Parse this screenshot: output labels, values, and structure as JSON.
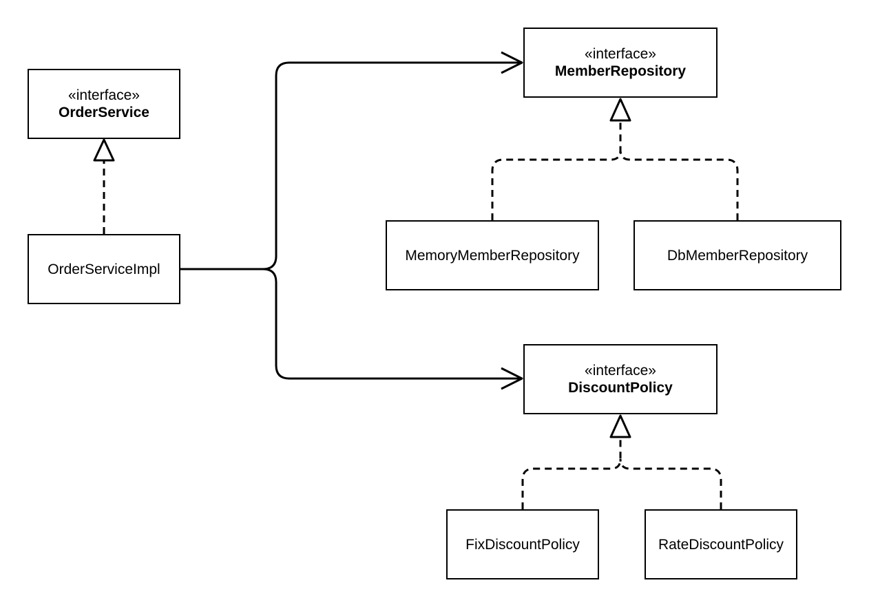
{
  "nodes": {
    "order_service": {
      "stereotype": "«interface»",
      "name": "OrderService"
    },
    "order_service_impl": {
      "name": "OrderServiceImpl"
    },
    "member_repository": {
      "stereotype": "«interface»",
      "name": "MemberRepository"
    },
    "memory_member_repository": {
      "name": "MemoryMemberRepository"
    },
    "db_member_repository": {
      "name": "DbMemberRepository"
    },
    "discount_policy": {
      "stereotype": "«interface»",
      "name": "DiscountPolicy"
    },
    "fix_discount_policy": {
      "name": "FixDiscountPolicy"
    },
    "rate_discount_policy": {
      "name": "RateDiscountPolicy"
    }
  },
  "edges": [
    {
      "from": "OrderServiceImpl",
      "to": "OrderService",
      "kind": "realization"
    },
    {
      "from": "OrderServiceImpl",
      "to": "MemberRepository",
      "kind": "association"
    },
    {
      "from": "OrderServiceImpl",
      "to": "DiscountPolicy",
      "kind": "association"
    },
    {
      "from": "MemoryMemberRepository",
      "to": "MemberRepository",
      "kind": "realization"
    },
    {
      "from": "DbMemberRepository",
      "to": "MemberRepository",
      "kind": "realization"
    },
    {
      "from": "FixDiscountPolicy",
      "to": "DiscountPolicy",
      "kind": "realization"
    },
    {
      "from": "RateDiscountPolicy",
      "to": "DiscountPolicy",
      "kind": "realization"
    }
  ]
}
